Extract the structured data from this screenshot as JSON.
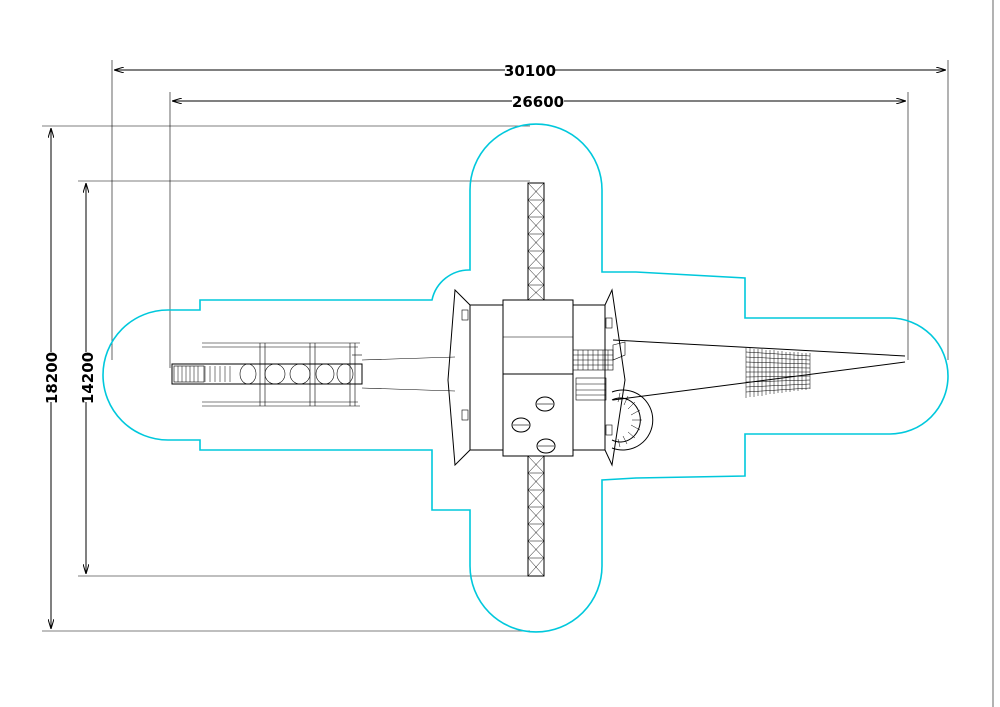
{
  "drawing": {
    "dimensions": {
      "overall_length": "30100",
      "structure_length": "26600",
      "overall_width": "18200",
      "structure_width": "14200"
    },
    "colors": {
      "safety_zone": "#00c8dc",
      "lines": "#000000",
      "background": "#ffffff"
    }
  }
}
